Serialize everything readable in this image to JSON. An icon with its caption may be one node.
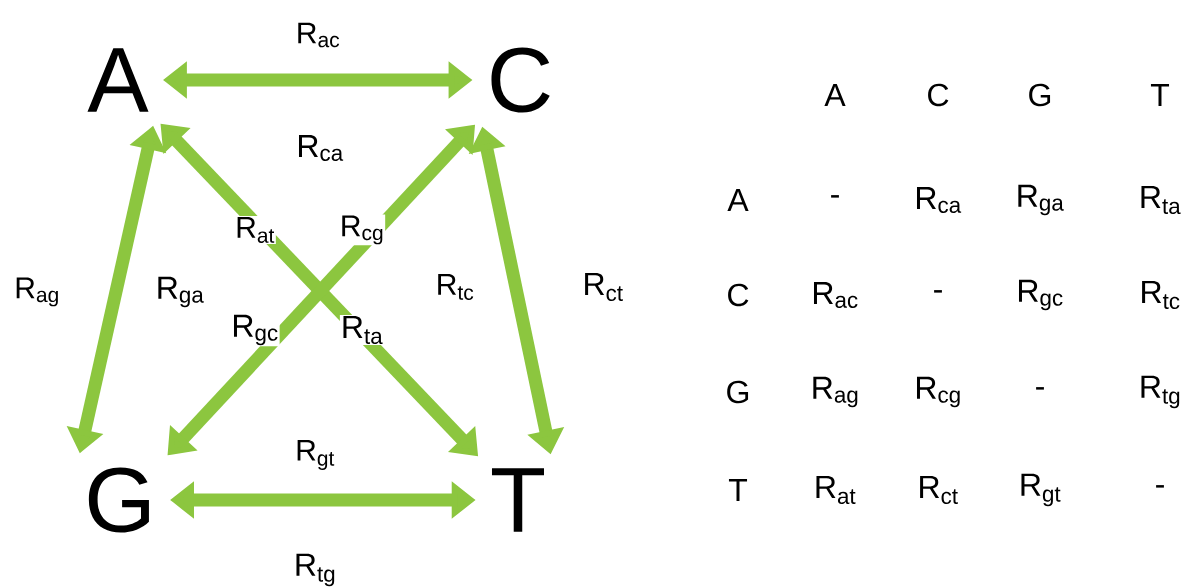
{
  "diagram": {
    "nodes": [
      {
        "text": [
          "A"
        ]
      },
      {
        "text": [
          "C"
        ]
      },
      {
        "text": [
          "G"
        ]
      },
      {
        "text": [
          "T"
        ]
      }
    ],
    "edges": [
      {
        "from": 0,
        "to": 1,
        "arrow": "both",
        "label": "R$_{ac}$"
      },
      {
        "from": 0,
        "to": 2,
        "arrow": "both",
        "label": "R$_{ag}$"
      },
      {
        "from": 1,
        "to": 3,
        "arrow": "both",
        "label": "R$_{tc}$"
      },
      {
        "from": 2,
        "to": 3,
        "arrow": "both",
        "label": "R$_{gt}$"
      },
      {
        "from": 0,
        "to": 3,
        "arrow": "both",
        "label": "R$_{at}$"
      },
      {
        "from": 1,
        "to": 2,
        "arrow": "both",
        "label": "R$_{cg}$"
      }
    ],
    "labels": [
      "R$_{ca}$",
      "R$_{ga}$",
      "R$_{ct}$",
      "R$_{tg}$",
      "R$_{gc}$",
      "R$_{ta}$",
      "A",
      "C",
      "G",
      "T",
      "A",
      "-",
      "R$_{ca}$",
      "R$_{ga}$",
      "R$_{ta}$",
      "C",
      "R$_{ac}$",
      "-",
      "R$_{gc}$",
      "R$_{tc}$",
      "G",
      "R$_{ag}$",
      "R$_{cg}$",
      "-",
      "R$_{tg}$",
      "T",
      "R$_{at}$",
      "R$_{ct}$",
      "R$_{gt}$",
      "-"
    ]
  }
}
